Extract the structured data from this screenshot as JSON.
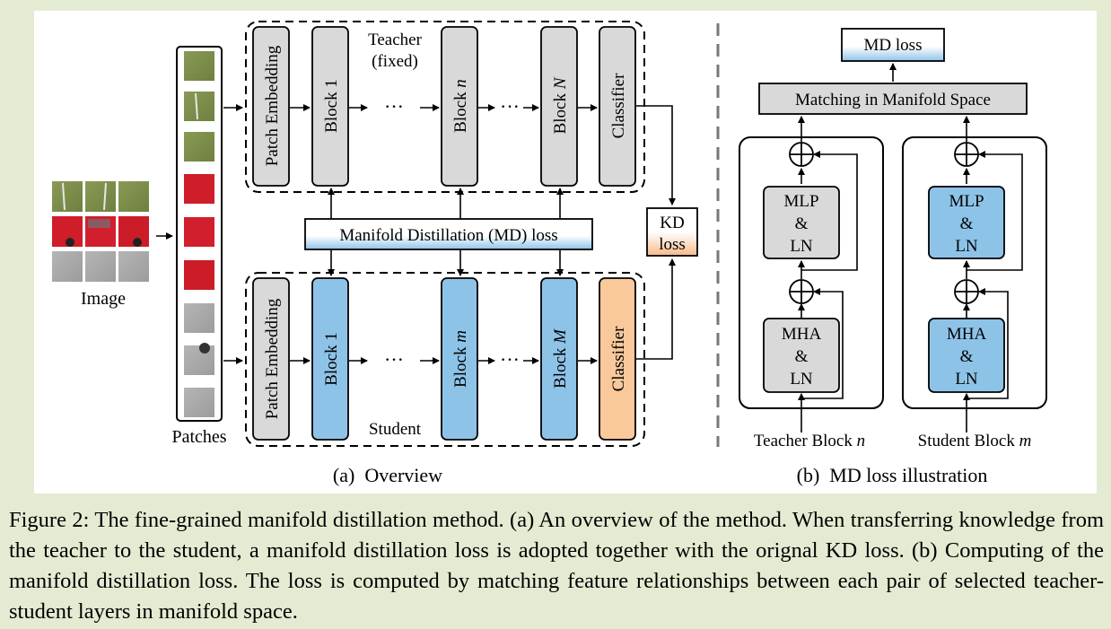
{
  "overview": {
    "image_label": "Image",
    "patches_label": "Patches",
    "teacher_label": "Teacher",
    "teacher_sub": "(fixed)",
    "student_label": "Student",
    "patch_embedding": "Patch Embedding",
    "teacher_blocks": [
      {
        "prefix": "Block ",
        "idx": "1",
        "italic": false
      },
      {
        "prefix": "Block ",
        "idx": "n",
        "italic": true
      },
      {
        "prefix": "Block ",
        "idx": "N",
        "italic": true
      }
    ],
    "student_blocks": [
      {
        "prefix": "Block ",
        "idx": "1",
        "italic": false
      },
      {
        "prefix": "Block ",
        "idx": "m",
        "italic": true
      },
      {
        "prefix": "Block ",
        "idx": "M",
        "italic": true
      }
    ],
    "classifier": "Classifier",
    "ellipsis": "···",
    "md_loss_label": "Manifold Distillation (MD) loss",
    "kd_line1": "KD",
    "kd_line2": "loss",
    "caption": "(a)  Overview"
  },
  "md_illustration": {
    "md_loss": "MD loss",
    "matching": "Matching in Manifold Space",
    "mlp": [
      "MLP",
      "&",
      "LN"
    ],
    "mha": [
      "MHA",
      "&",
      "LN"
    ],
    "teacher_block_prefix": "Teacher Block ",
    "teacher_block_idx": "n",
    "student_block_prefix": "Student Block ",
    "student_block_idx": "m",
    "caption": "(b)  MD loss illustration"
  },
  "figure_caption": "Figure 2: The fine-grained manifold distillation method. (a) An overview of the method. When transferring knowledge from the teacher to the student, a manifold distillation loss is adopted together with the orignal KD loss. (b) Computing of the manifold distillation loss. The loss is computed by matching feature relationships between each pair of selected teacher-student layers in manifold space.",
  "colors": {
    "page_background": "#e3ecd2",
    "teacher_block": "#d9d9d9",
    "student_block": "#8ec3e8",
    "student_classifier": "#f9c99b",
    "md_loss_gradient": "#8ec3e8"
  }
}
